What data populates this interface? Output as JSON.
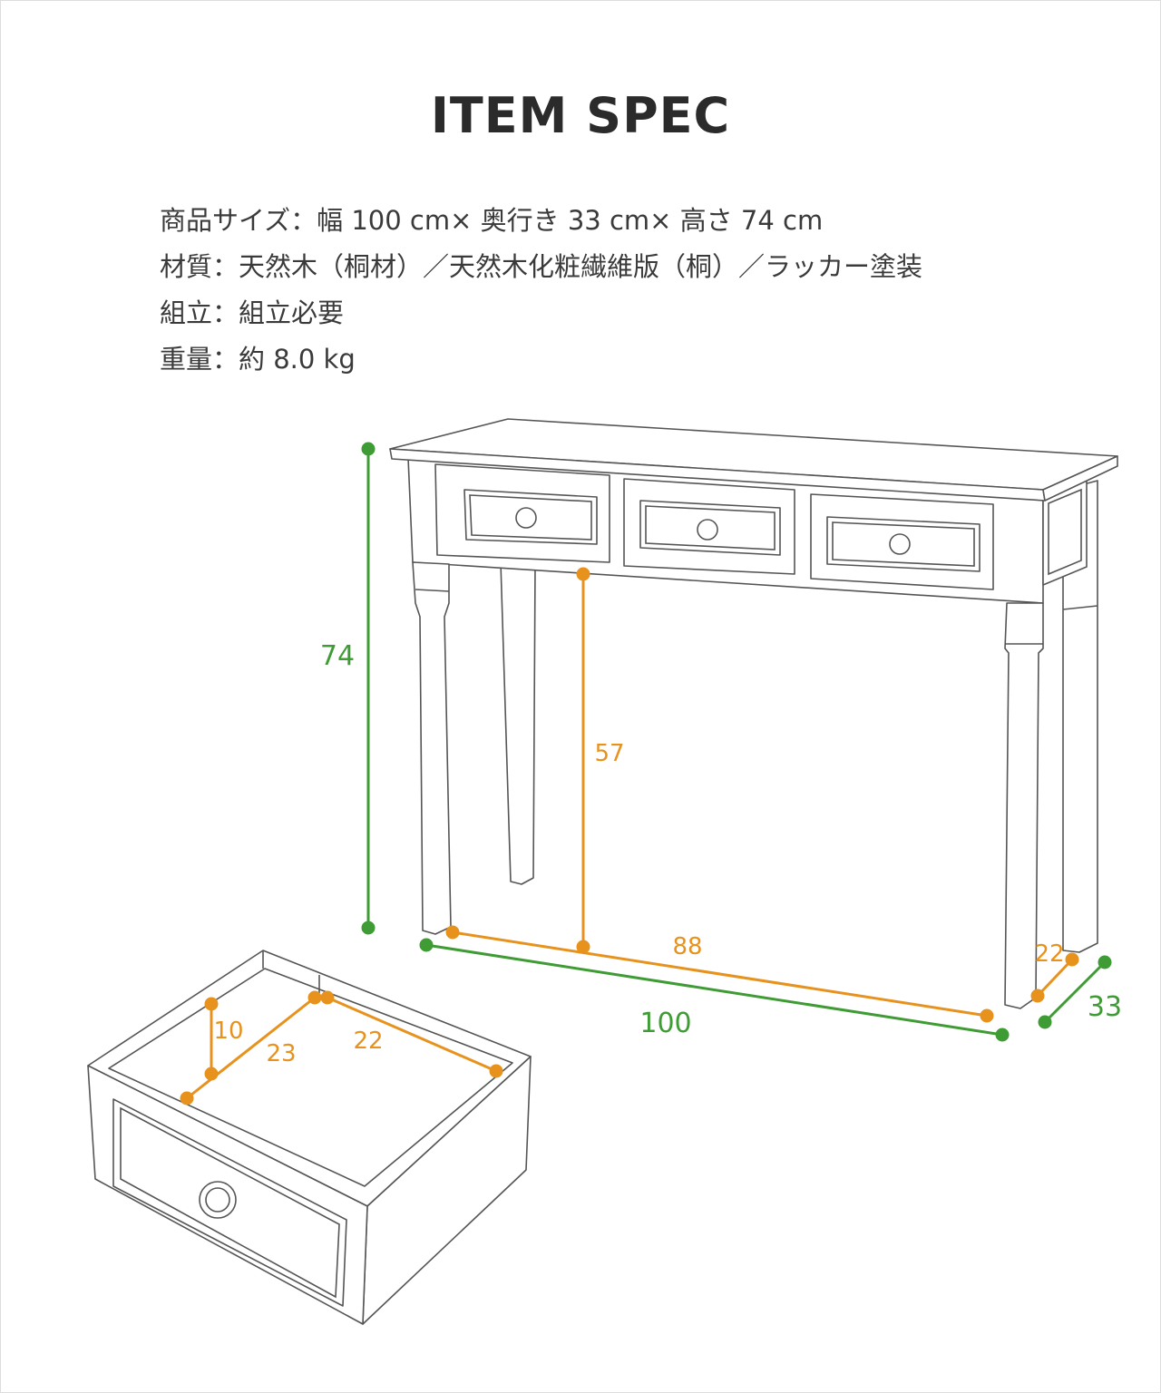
{
  "title": "ITEM SPEC",
  "specs": [
    "商品サイズ：幅 100 cm× 奥行き 33 cm× 高さ 74 cm",
    "材質：天然木（桐材）／天然木化粧繊維版（桐）／ラッカー塗装",
    "組立：組立必要",
    "重量：約 8.0 kg"
  ],
  "colors": {
    "outer_dimension": "#3f9c35",
    "inner_dimension": "#e8921e",
    "line": "#555555"
  },
  "dimensions": {
    "height": "74",
    "under_clearance": "57",
    "inner_width": "88",
    "width": "100",
    "inner_depth": "22",
    "depth": "33",
    "drawer_height": "10",
    "drawer_width": "23",
    "drawer_depth": "22"
  }
}
